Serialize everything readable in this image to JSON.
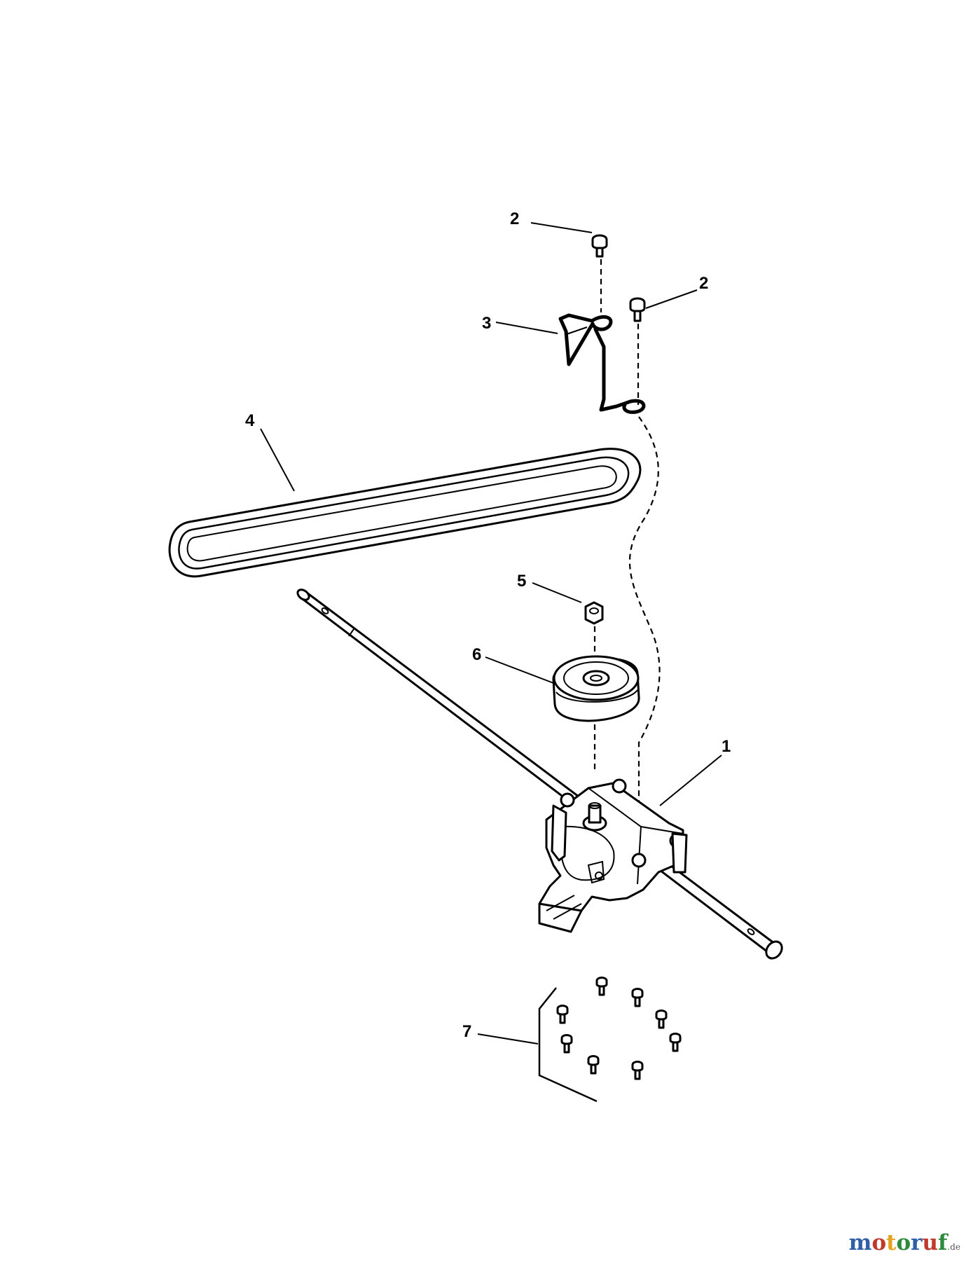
{
  "diagram": {
    "callouts": [
      {
        "id": "1",
        "label": "1"
      },
      {
        "id": "2a",
        "label": "2"
      },
      {
        "id": "2b",
        "label": "2"
      },
      {
        "id": "3",
        "label": "3"
      },
      {
        "id": "4",
        "label": "4"
      },
      {
        "id": "5",
        "label": "5"
      },
      {
        "id": "6",
        "label": "6"
      },
      {
        "id": "7",
        "label": "7"
      }
    ]
  },
  "watermark": {
    "text": "motoruf",
    "suffix": ".de",
    "colors": {
      "m": "#2e5fa8",
      "o1": "#c0392b",
      "t": "#e6a21a",
      "o2": "#2e8b3d",
      "r": "#2e5fa8",
      "u": "#c0392b",
      "f": "#2e8b3d"
    }
  }
}
